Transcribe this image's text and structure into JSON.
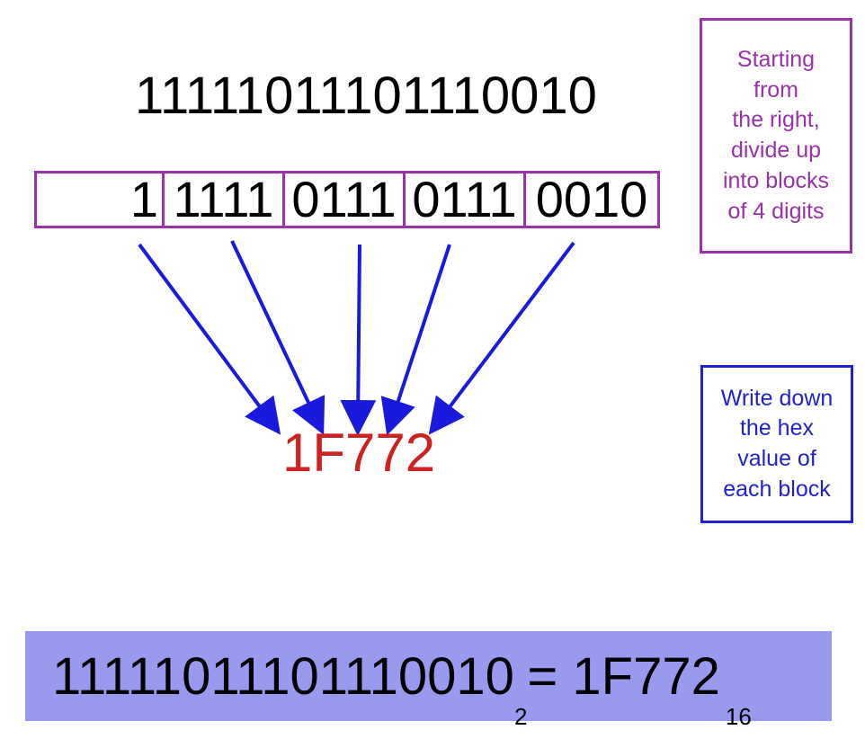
{
  "binary_number": "11111011101110010",
  "blocks": [
    "1",
    "1111",
    "0111",
    "0111",
    "0010"
  ],
  "hex_result": "1F772",
  "note_divide": {
    "lines": [
      "Starting",
      "from",
      "the right,",
      "divide up",
      "into blocks",
      "of 4 digits"
    ]
  },
  "note_write": {
    "lines": [
      "Write down",
      "the hex",
      "value of",
      "each block"
    ]
  },
  "equation": {
    "left": "11111011101110010",
    "left_base": "2",
    "equals": "= ",
    "right": "1F772",
    "right_base": "16"
  },
  "colors": {
    "block_border": "#9933aa",
    "note_purple": "#9933aa",
    "note_blue": "#2222cc",
    "arrow": "#1a1adc",
    "hex_result": "#cc2222",
    "equation_bar": "#9999ee"
  }
}
